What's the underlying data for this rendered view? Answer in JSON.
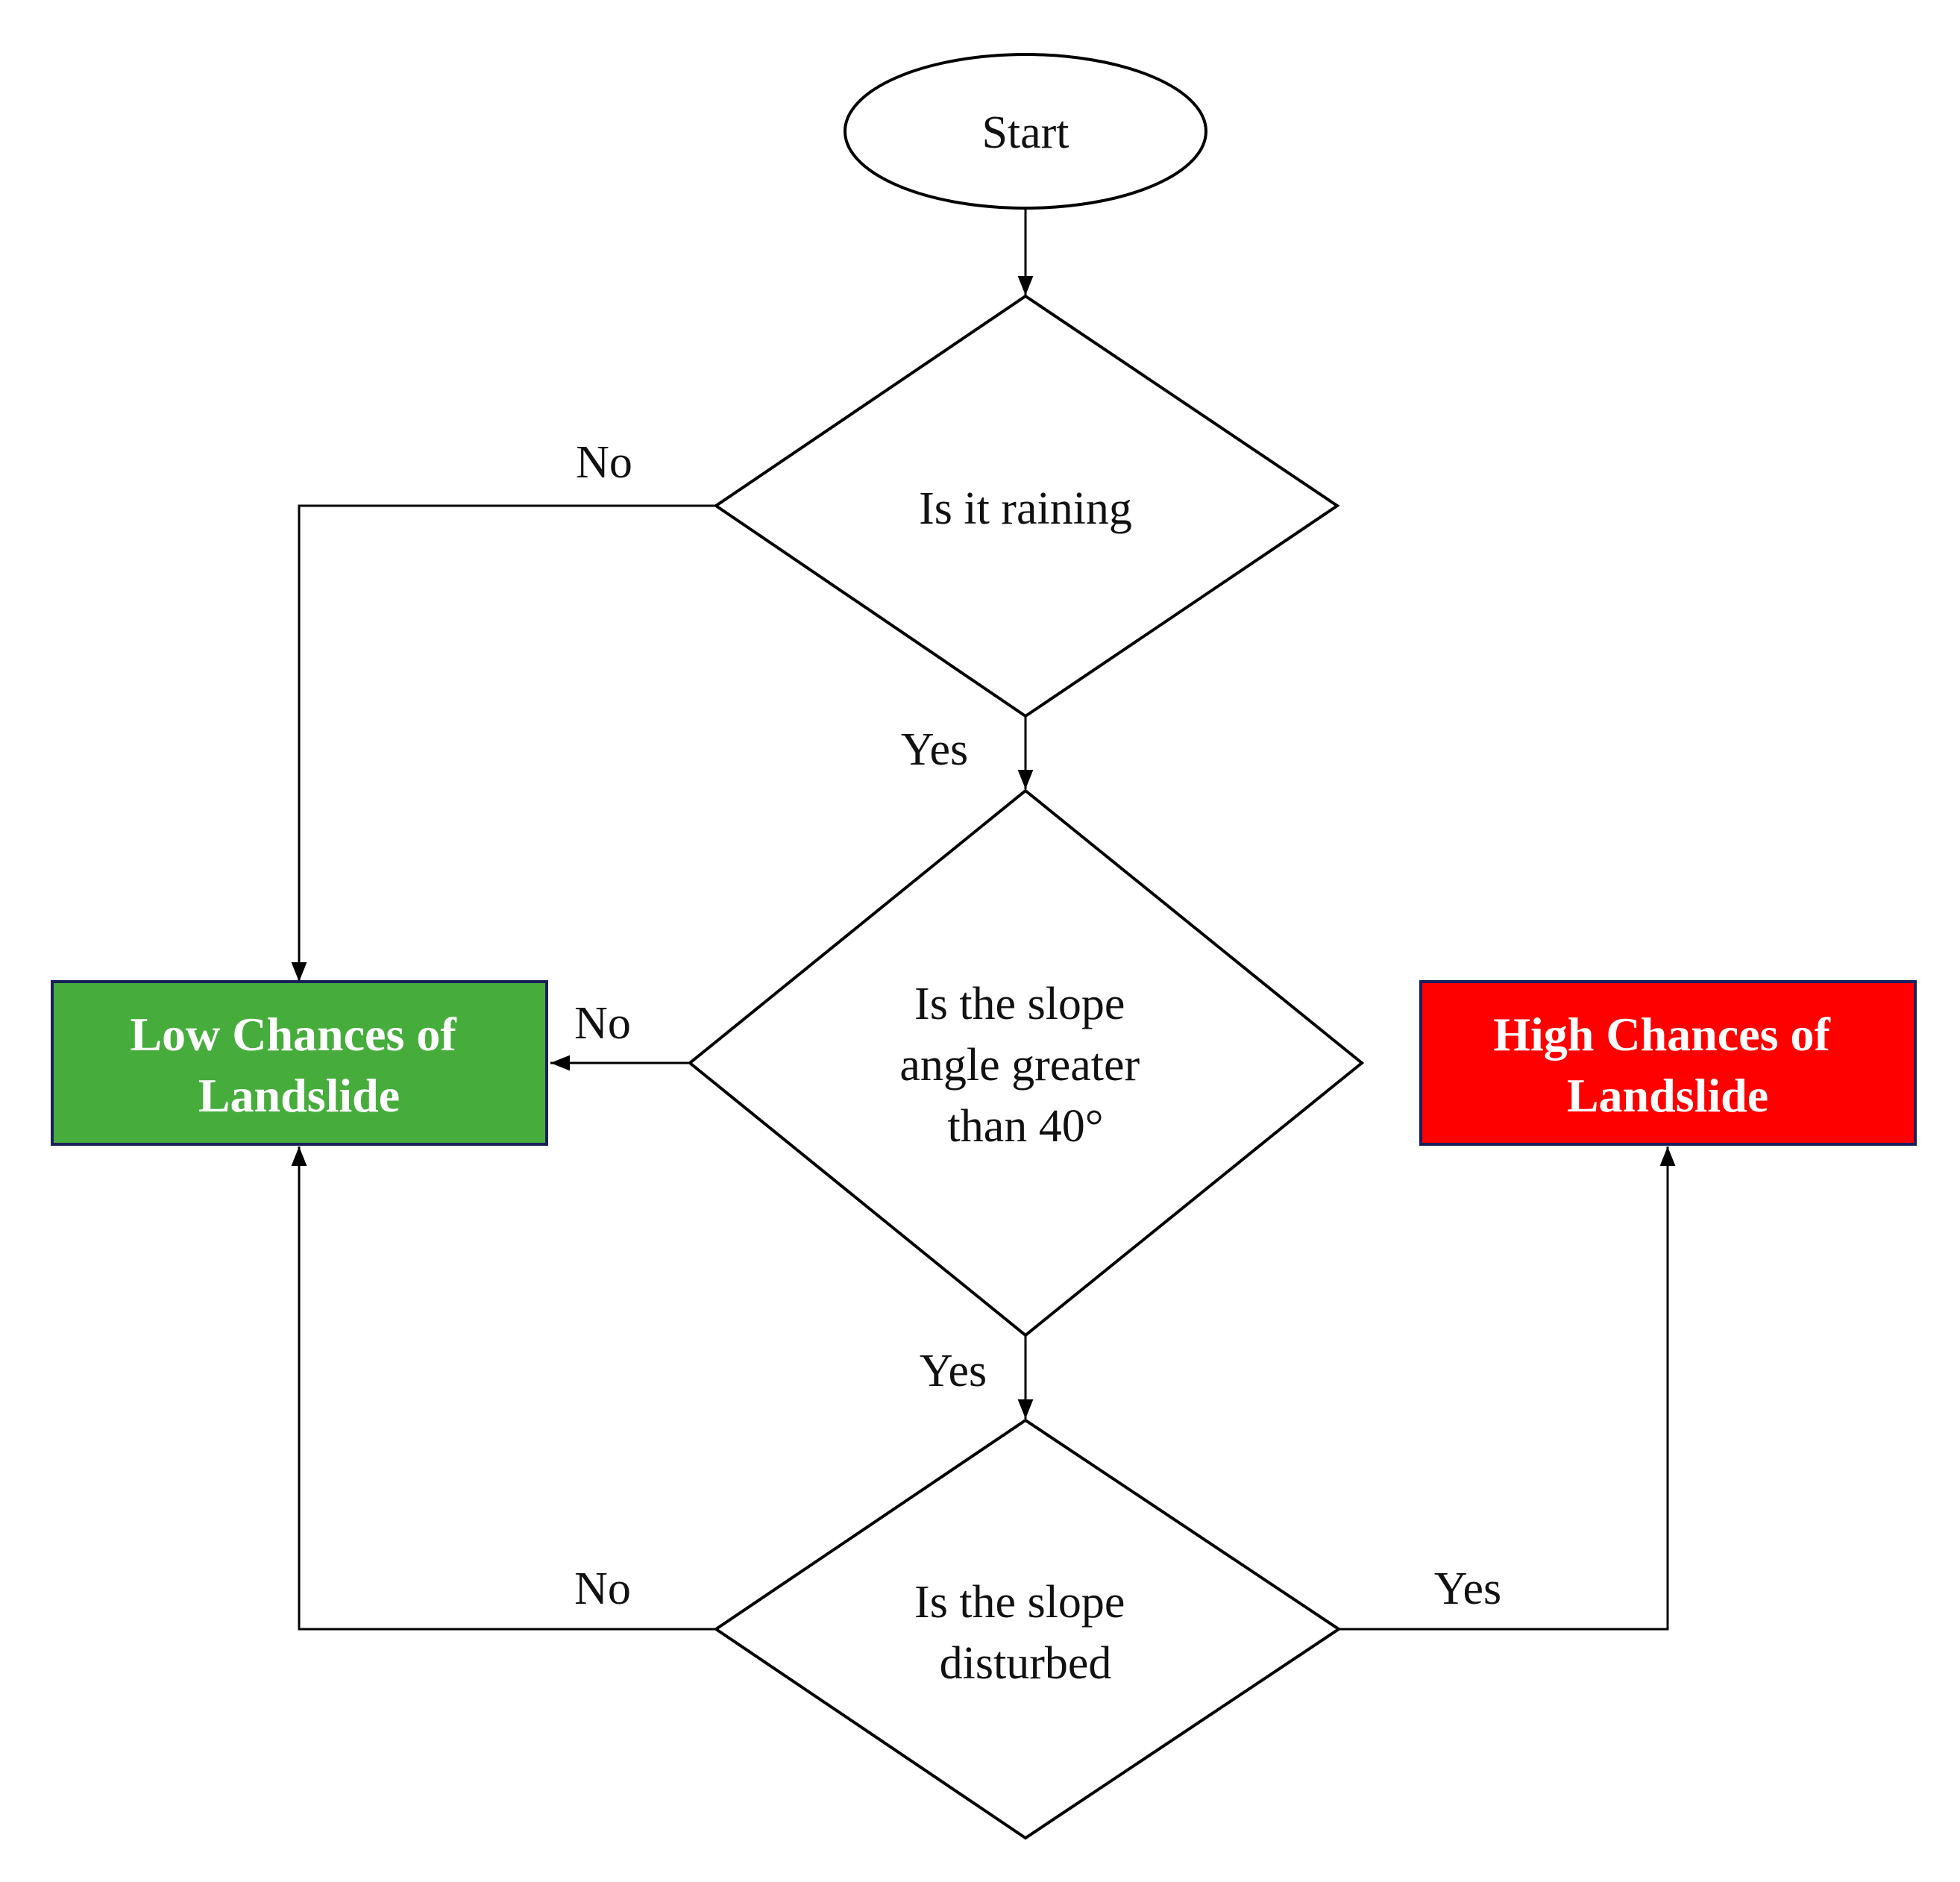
{
  "diagram": {
    "nodes": {
      "start": {
        "label": "Start"
      },
      "raining": {
        "lines": [
          "Is it raining"
        ]
      },
      "slope_angle": {
        "lines": [
          "Is the slope",
          "angle greater",
          "than 40°"
        ]
      },
      "slope_disturbed": {
        "lines": [
          "Is the slope",
          "disturbed"
        ]
      },
      "low_chances": {
        "lines": [
          "Low Chances of",
          "Landslide"
        ],
        "color": "#46ad3c"
      },
      "high_chances": {
        "lines": [
          "High Chances of",
          "Landslide"
        ],
        "color": "#ff0000"
      }
    },
    "edges": {
      "raining_no": "No",
      "raining_yes": "Yes",
      "slope_angle_no": "No",
      "slope_angle_yes": "Yes",
      "slope_disturbed_no": "No",
      "slope_disturbed_yes": "Yes"
    },
    "colors": {
      "terminal_border": "#1a1f5c",
      "line": "#000000"
    }
  }
}
